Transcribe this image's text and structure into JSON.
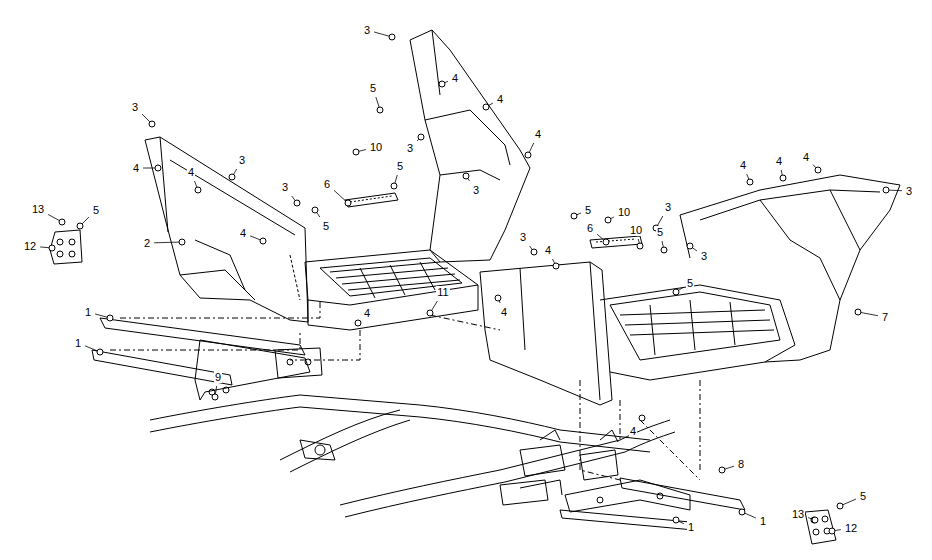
{
  "diagram": {
    "labels": [
      "3",
      "4",
      "5",
      "4",
      "4",
      "3",
      "10",
      "3",
      "5",
      "4",
      "4",
      "3",
      "3",
      "6",
      "5",
      "3",
      "4",
      "2",
      "13",
      "5",
      "12",
      "11",
      "4",
      "1",
      "1",
      "9",
      "4",
      "4",
      "4",
      "3",
      "5",
      "10",
      "3",
      "6",
      "10",
      "5",
      "3",
      "3",
      "4",
      "5",
      "7",
      "4",
      "4",
      "13",
      "5",
      "12",
      "8",
      "1",
      "1"
    ]
  }
}
